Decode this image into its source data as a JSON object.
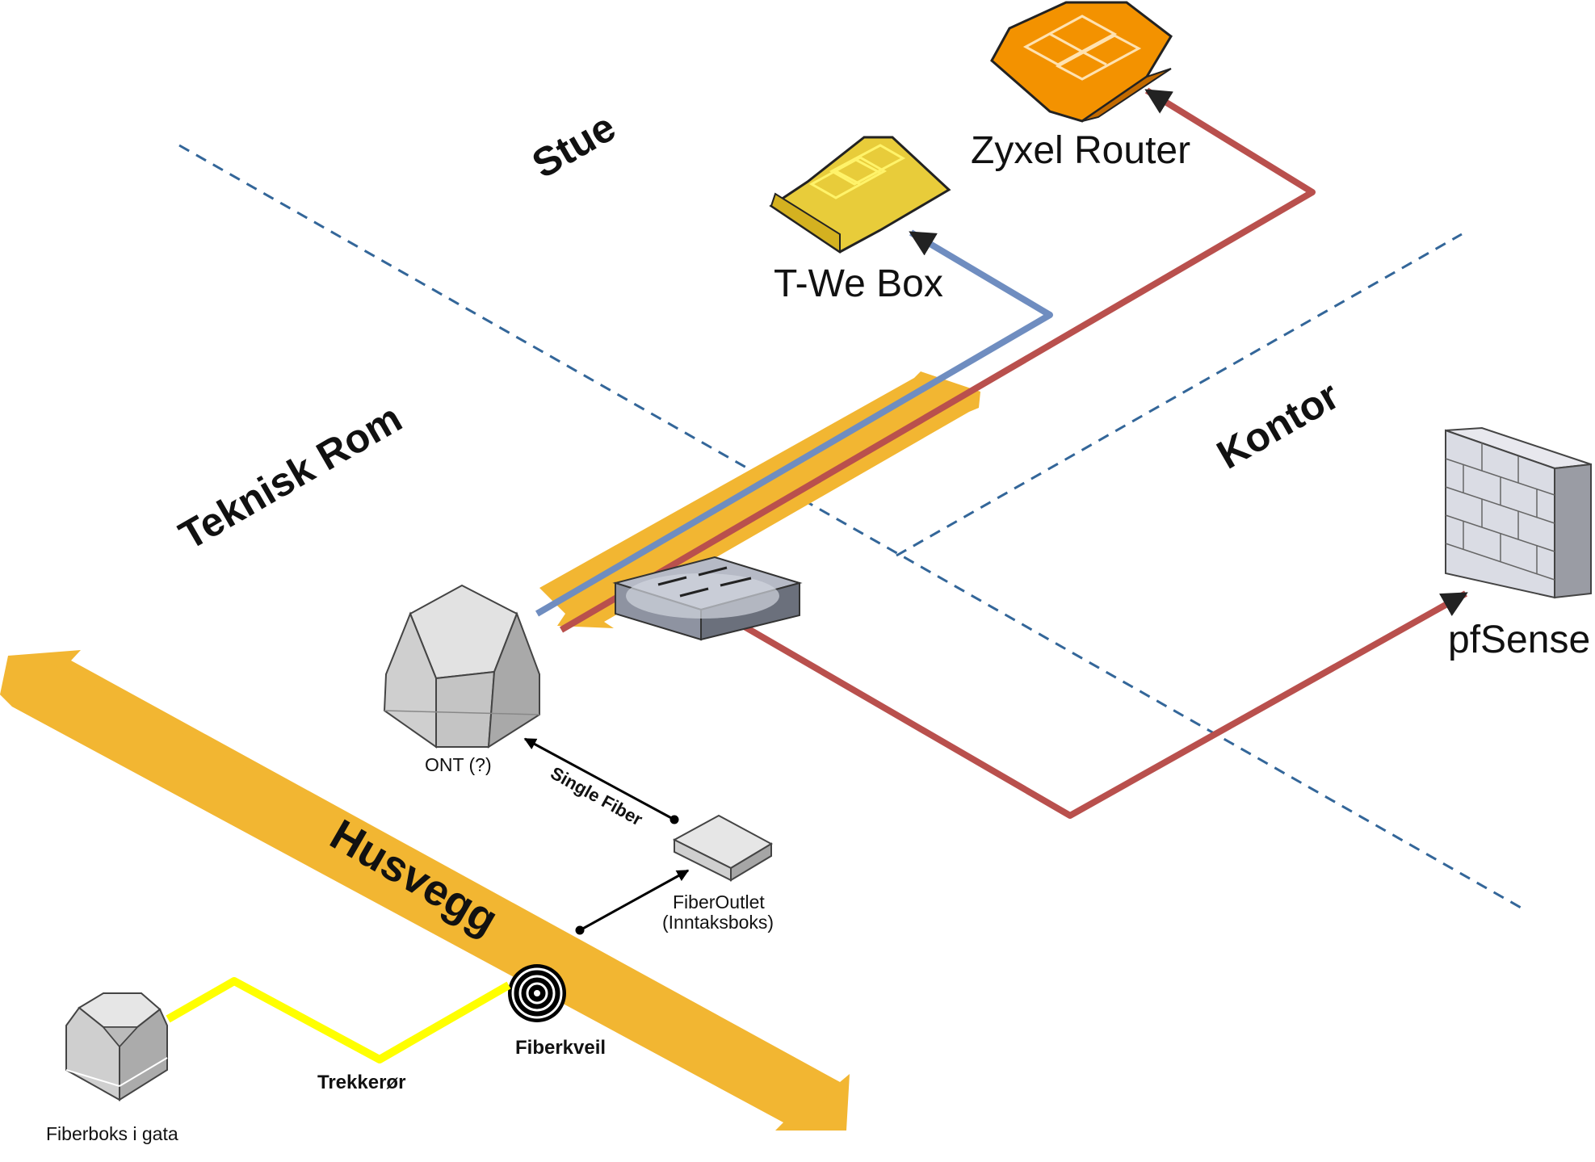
{
  "rooms": {
    "stue": "Stue",
    "teknisk_rom": "Teknisk Rom",
    "kontor": "Kontor",
    "husvegg": "Husvegg"
  },
  "devices": {
    "zyxel": "Zyxel Router",
    "twe": "T-We Box",
    "pfsense": "pfSense",
    "ont": "ONT (?)",
    "fiber_outlet_line1": "FiberOutlet",
    "fiber_outlet_line2": "(Inntaksboks)",
    "fiberboks": "Fiberboks i gata"
  },
  "links": {
    "single_fiber": "Single Fiber",
    "trekkeror": "Trekkerør",
    "fiberkveil": "Fiberkveil"
  },
  "colors": {
    "wall": "#F2B632",
    "cable_red": "#B9504D",
    "cable_blue": "#6F8DC0",
    "fiber_yellow": "#FFFF00",
    "zone_line": "#336699",
    "router_orange": "#F39200",
    "box_yellow": "#E8C840"
  },
  "icons": {
    "router": "router-icon",
    "box": "settop-box-icon",
    "switch": "switch-icon",
    "firewall": "firewall-icon",
    "ont": "ont-icon",
    "outlet": "fiber-outlet-icon",
    "street_box": "street-box-icon",
    "coil": "fiber-coil-icon"
  }
}
